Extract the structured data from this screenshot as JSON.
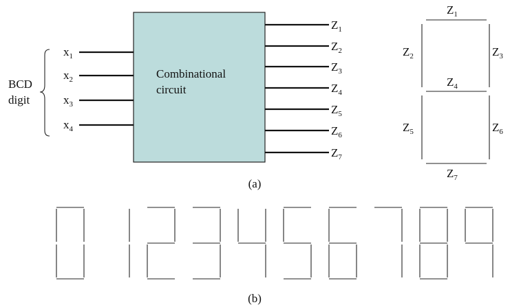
{
  "block": {
    "text_line1": "Combinational",
    "text_line2": "circuit",
    "fill": "#bcdcdc"
  },
  "group_label": {
    "line1": "BCD",
    "line2": "digit"
  },
  "inputs": [
    {
      "base": "x",
      "sub": "1"
    },
    {
      "base": "x",
      "sub": "2"
    },
    {
      "base": "x",
      "sub": "3"
    },
    {
      "base": "x",
      "sub": "4"
    }
  ],
  "outputs": [
    {
      "base": "Z",
      "sub": "1"
    },
    {
      "base": "Z",
      "sub": "2"
    },
    {
      "base": "Z",
      "sub": "3"
    },
    {
      "base": "Z",
      "sub": "4"
    },
    {
      "base": "Z",
      "sub": "5"
    },
    {
      "base": "Z",
      "sub": "6"
    },
    {
      "base": "Z",
      "sub": "7"
    }
  ],
  "segment_labels": {
    "z1": {
      "base": "Z",
      "sub": "1"
    },
    "z2": {
      "base": "Z",
      "sub": "2"
    },
    "z3": {
      "base": "Z",
      "sub": "3"
    },
    "z4": {
      "base": "Z",
      "sub": "4"
    },
    "z5": {
      "base": "Z",
      "sub": "5"
    },
    "z6": {
      "base": "Z",
      "sub": "6"
    },
    "z7": {
      "base": "Z",
      "sub": "7"
    }
  },
  "caption_a": "(a)",
  "caption_b": "(b)",
  "digits": [
    {
      "digit": "0",
      "segments": [
        1,
        2,
        3,
        5,
        6,
        7
      ]
    },
    {
      "digit": "1",
      "segments": [
        3,
        6
      ]
    },
    {
      "digit": "2",
      "segments": [
        1,
        3,
        4,
        5,
        7
      ]
    },
    {
      "digit": "3",
      "segments": [
        1,
        3,
        4,
        6,
        7
      ]
    },
    {
      "digit": "4",
      "segments": [
        2,
        3,
        4,
        6
      ]
    },
    {
      "digit": "5",
      "segments": [
        1,
        2,
        4,
        6,
        7
      ]
    },
    {
      "digit": "6",
      "segments": [
        1,
        2,
        4,
        5,
        6,
        7
      ]
    },
    {
      "digit": "7",
      "segments": [
        1,
        3,
        6
      ]
    },
    {
      "digit": "8",
      "segments": [
        1,
        2,
        3,
        4,
        5,
        6,
        7
      ]
    },
    {
      "digit": "9",
      "segments": [
        1,
        2,
        3,
        4,
        6
      ]
    }
  ],
  "colors": {
    "ink": "#111111",
    "block_fill": "#bcdcdc"
  }
}
